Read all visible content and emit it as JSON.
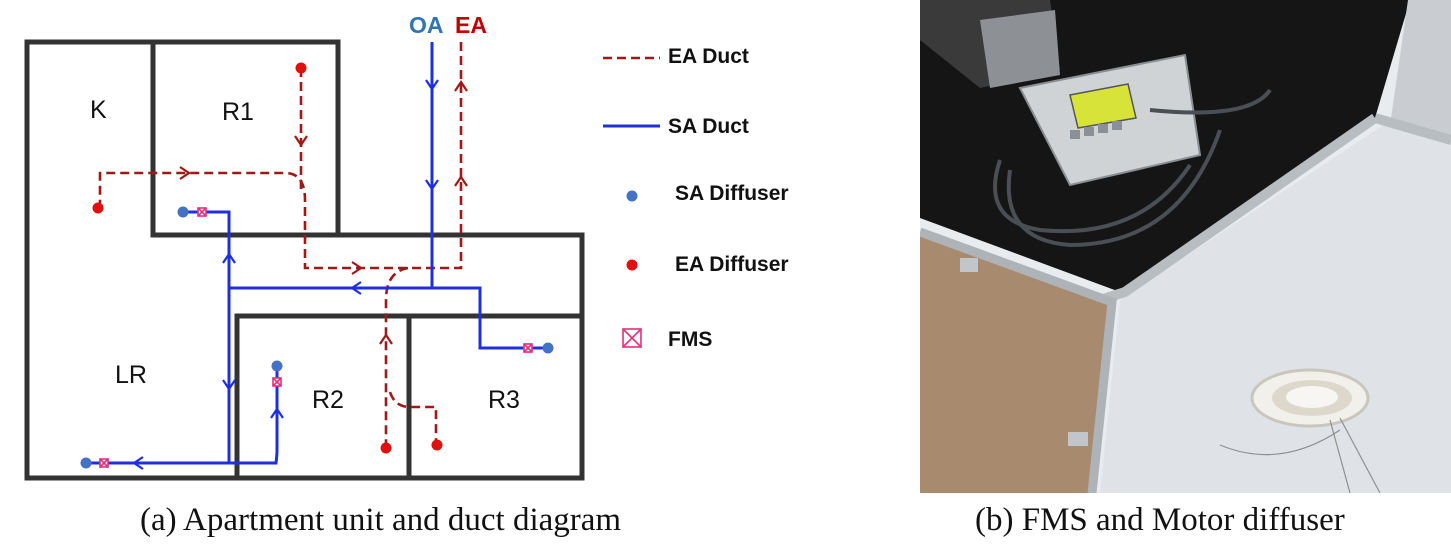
{
  "panel_a": {
    "caption": "(a) Apartment unit and duct diagram",
    "rooms": {
      "k": "K",
      "r1": "R1",
      "lr": "LR",
      "r2": "R2",
      "r3": "R3"
    },
    "air_labels": {
      "oa": "OA",
      "ea": "EA"
    },
    "legend": {
      "ea_duct": "EA Duct",
      "sa_duct": "SA Duct",
      "sa_diffuser": "SA Diffuser",
      "ea_diffuser": "EA Diffuser",
      "fms": "FMS"
    },
    "colors": {
      "wall": "#333333",
      "sa_duct": "#1f2fe0",
      "ea_duct": "#a01818",
      "sa_diffuser": "#4472c4",
      "ea_diffuser": "#e01010",
      "fms": "#e0307a",
      "oa_label": "#2e75b6",
      "ea_label": "#c00000"
    }
  },
  "panel_b": {
    "caption": "(b) FMS and Motor diffuser"
  }
}
